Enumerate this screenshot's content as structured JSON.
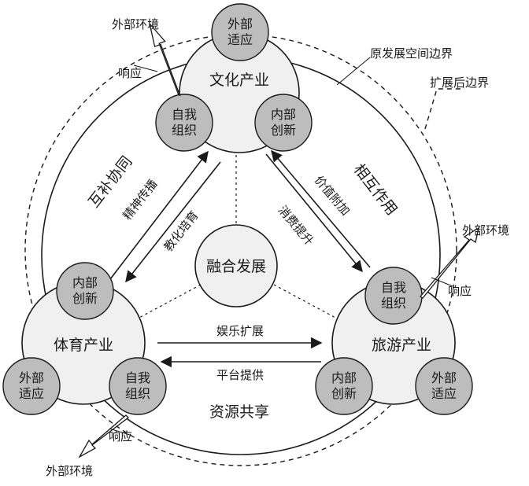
{
  "center": {
    "label": "融合发展"
  },
  "culture": {
    "label": "文化产业",
    "ext": [
      "外部",
      "适应"
    ],
    "self": [
      "自我",
      "组织"
    ],
    "inner": [
      "内部",
      "创新"
    ]
  },
  "sports": {
    "label": "体育产业",
    "ext": [
      "外部",
      "适应"
    ],
    "self": [
      "自我",
      "组织"
    ],
    "inner": [
      "内部",
      "创新"
    ]
  },
  "tourism": {
    "label": "旅游产业",
    "ext": [
      "外部",
      "适应"
    ],
    "self": [
      "自我",
      "组织"
    ],
    "inner": [
      "内部",
      "创新"
    ]
  },
  "flows": {
    "spirit": "精神传播",
    "edu": "教化培育",
    "value": "价值附加",
    "consume": "消费提升",
    "ent": "娱乐扩展",
    "platform": "平台提供"
  },
  "relations": {
    "complement": "互补协同",
    "interact": "相互作用",
    "share": "资源共享"
  },
  "env": {
    "outside": "外部环境",
    "respond": "响应"
  },
  "legend": {
    "original": "原发展空间边界",
    "expanded": "扩展后边界"
  }
}
